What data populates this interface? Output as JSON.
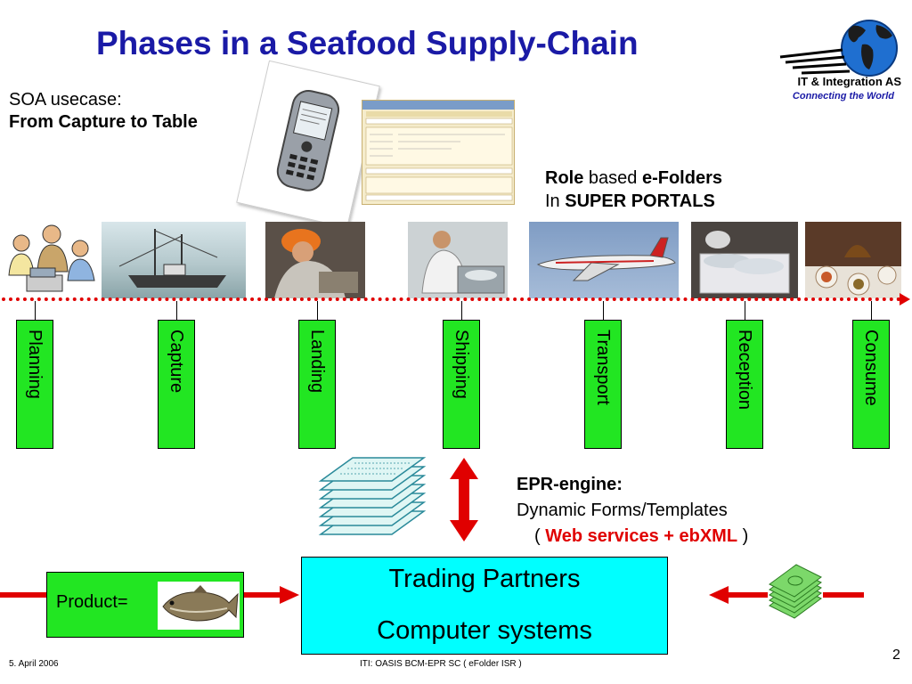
{
  "title": "Phases in a Seafood Supply-Chain",
  "logo": {
    "company": "IT & Integration AS",
    "tagline": "Connecting the World"
  },
  "soa": {
    "line1": "SOA usecase:",
    "line2": "From Capture to Table"
  },
  "role": {
    "role": "Role",
    "based": " based ",
    "efolders": "e-Folders",
    "in": "In ",
    "portals": "SUPER PORTALS"
  },
  "phases": [
    {
      "label": "Planning"
    },
    {
      "label": "Capture"
    },
    {
      "label": "Landing"
    },
    {
      "label": "Shipping"
    },
    {
      "label": "Transport"
    },
    {
      "label": "Reception"
    },
    {
      "label": "Consume"
    }
  ],
  "epr": {
    "heading": "EPR-engine:",
    "line2": "Dynamic Forms/Templates",
    "paren_open": "( ",
    "webservices": "Web services + ebXML",
    "paren_close": " )"
  },
  "trading": {
    "line1": "Trading Partners",
    "line2": "Computer systems"
  },
  "product": {
    "label": "Product="
  },
  "footer": {
    "date": "5. April 2006",
    "center": "ITI: OASIS BCM-EPR SC ( eFolder ISR )",
    "page": "2"
  },
  "colors": {
    "title": "#1a1aa6",
    "phase_fill": "#22e622",
    "timeline": "#e00000",
    "trading_fill": "#00ffff",
    "accent_red": "#e00000"
  }
}
